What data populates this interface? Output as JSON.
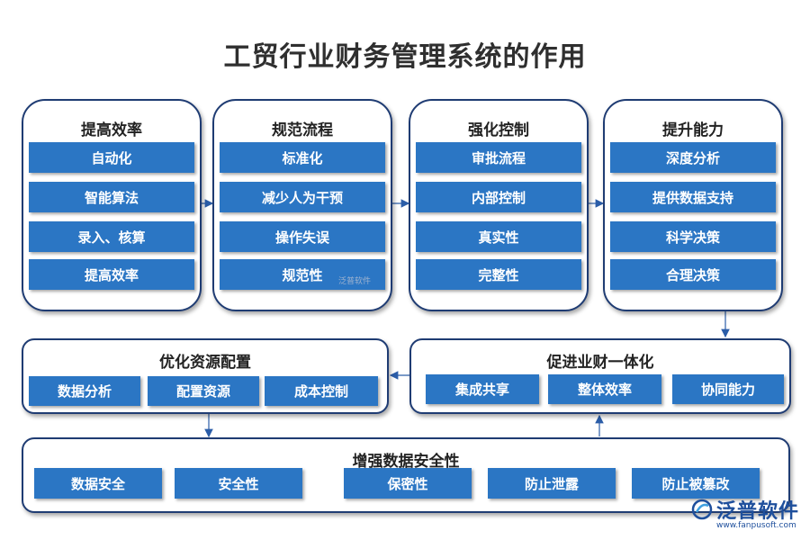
{
  "title": "工贸行业财务管理系统的作用",
  "top_panels": [
    {
      "title": "提高效率",
      "items": [
        "自动化",
        "智能算法",
        "录入、核算",
        "提高效率"
      ]
    },
    {
      "title": "规范流程",
      "items": [
        "标准化",
        "减少人为干预",
        "操作失误",
        "规范性"
      ]
    },
    {
      "title": "强化控制",
      "items": [
        "审批流程",
        "内部控制",
        "真实性",
        "完整性"
      ]
    },
    {
      "title": "提升能力",
      "items": [
        "深度分析",
        "提供数据支持",
        "科学决策",
        "合理决策"
      ]
    }
  ],
  "middle_left": {
    "title": "优化资源配置",
    "items": [
      "数据分析",
      "配置资源",
      "成本控制"
    ]
  },
  "middle_right": {
    "title": "促进业财一体化",
    "items": [
      "集成共享",
      "整体效率",
      "协同能力"
    ]
  },
  "bottom": {
    "title": "增强数据安全性",
    "items": [
      "数据安全",
      "安全性",
      "保密性",
      "防止泄露",
      "防止被篡改"
    ]
  },
  "watermark": "泛普软件",
  "logo": {
    "name": "泛普软件",
    "url": "www.fanpusoft.com"
  },
  "colors": {
    "pill": "#2b76c4",
    "border": "#1f3c73",
    "arrow": "#2b5da8",
    "logo": "#1e4f9c"
  }
}
